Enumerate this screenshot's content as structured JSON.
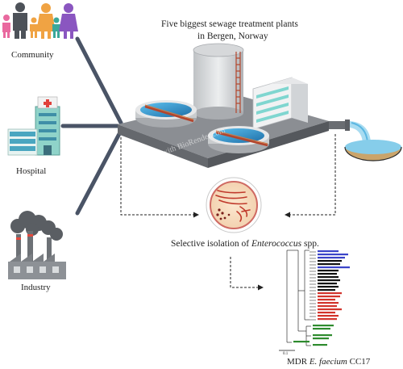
{
  "sources": [
    {
      "id": "community",
      "label": "Community"
    },
    {
      "id": "hospital",
      "label": "Hospital"
    },
    {
      "id": "industry",
      "label": "Industry"
    }
  ],
  "plant": {
    "title_line1": "Five biggest sewage treatment plants",
    "title_line2": "in Bergen, Norway",
    "watermark": "Created with BioRender.com"
  },
  "isolation": {
    "prefix": "Selective isolation of ",
    "genus": "Enterococcus",
    "suffix": " spp."
  },
  "tree": {
    "caption_prefix": "MDR ",
    "caption_species": "E. faecium",
    "caption_suffix": " CC17",
    "scale_label": "0.1"
  },
  "colors": {
    "pipe": "#4a5466",
    "plant_base": "#7a7d82",
    "tank_water": "#2f8fc4",
    "building": "#d8dadc",
    "tree_blue": "#3a43c8",
    "tree_red": "#d2332b",
    "tree_green": "#2e8b2e",
    "dish_streak": "#c0392b"
  }
}
